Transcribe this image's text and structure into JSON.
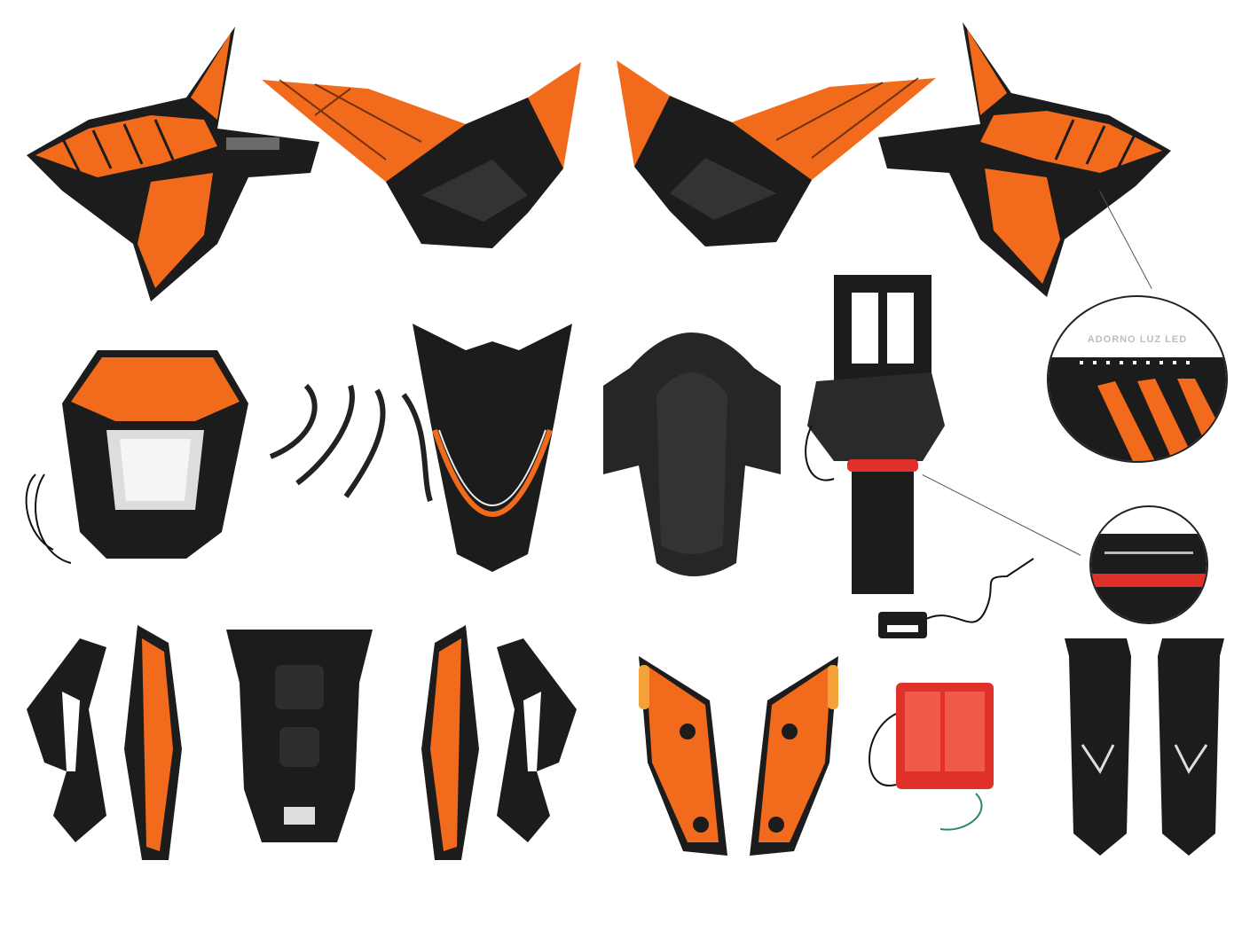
{
  "product": {
    "title": "Motorcycle plastic fairing body kit",
    "colors": {
      "orange": "#f26a1b",
      "black": "#1c1c1c",
      "dark_grey": "#2e2e2e",
      "red_light": "#e0302a",
      "amber": "#f5a23a"
    }
  },
  "callouts": [
    {
      "label": "ADORNO LUZ LED",
      "detail": "LED strip above orange vent"
    },
    {
      "label": "",
      "detail": "Red LED tail light strip"
    }
  ],
  "parts": [
    {
      "name": "left-tank-shroud"
    },
    {
      "name": "left-side-panel-upper"
    },
    {
      "name": "right-side-panel-upper"
    },
    {
      "name": "right-tank-shroud"
    },
    {
      "name": "headlight-mask"
    },
    {
      "name": "wiring-brackets"
    },
    {
      "name": "front-fender-beak"
    },
    {
      "name": "front-mud-fender"
    },
    {
      "name": "tail-tidy-rear-fender"
    },
    {
      "name": "left-grab-handle"
    },
    {
      "name": "left-rear-side-panel"
    },
    {
      "name": "seat-cowl-tail"
    },
    {
      "name": "right-rear-side-panel"
    },
    {
      "name": "right-grab-handle"
    },
    {
      "name": "left-hand-guard-with-indicator"
    },
    {
      "name": "right-hand-guard-with-indicator"
    },
    {
      "name": "license-plate-light"
    },
    {
      "name": "rear-tail-light"
    },
    {
      "name": "left-fork-guard"
    },
    {
      "name": "right-fork-guard"
    }
  ]
}
